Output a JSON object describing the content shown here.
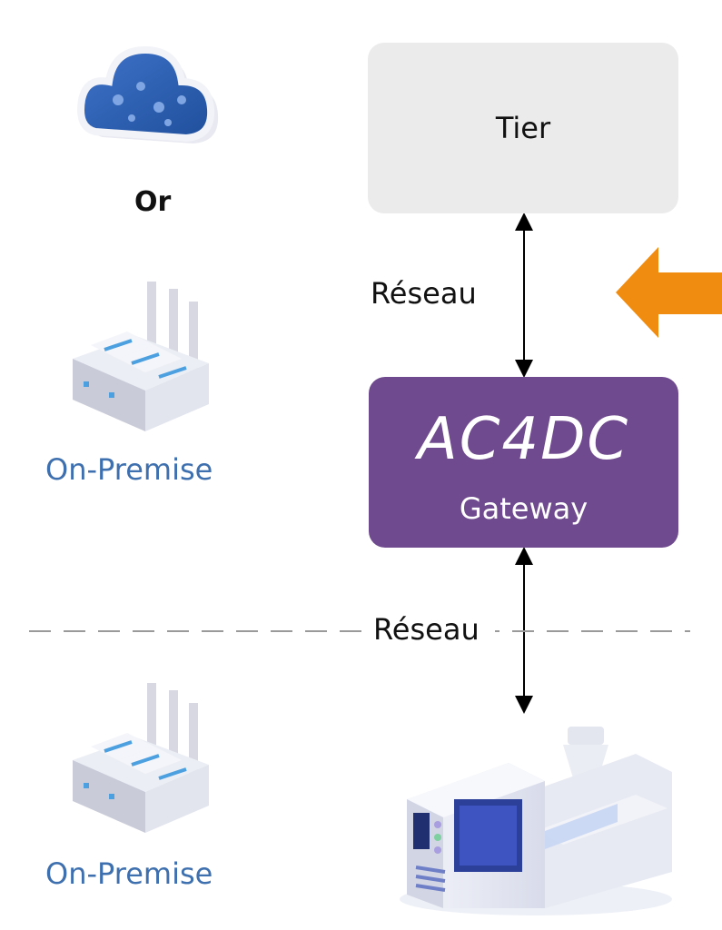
{
  "labels": {
    "or": "Or",
    "on_premise_top": "On-Premise",
    "on_premise_bottom": "On-Premise",
    "reseau_top": "Réseau",
    "reseau_bottom": "Réseau"
  },
  "tier": {
    "label": "Tier"
  },
  "gateway": {
    "logo": "AC4DC",
    "subtitle": "Gateway"
  },
  "icons": {
    "cloud": "cloud-icon",
    "factory_top": "factory-icon",
    "factory_bottom": "factory-icon",
    "machine": "injection-machine-icon",
    "arrow": "orange-arrow-icon"
  },
  "colors": {
    "gateway": "#6f4a8e",
    "tier": "#ebebeb",
    "accent_arrow": "#f08c10",
    "on_premise_text": "#3e6fae"
  }
}
